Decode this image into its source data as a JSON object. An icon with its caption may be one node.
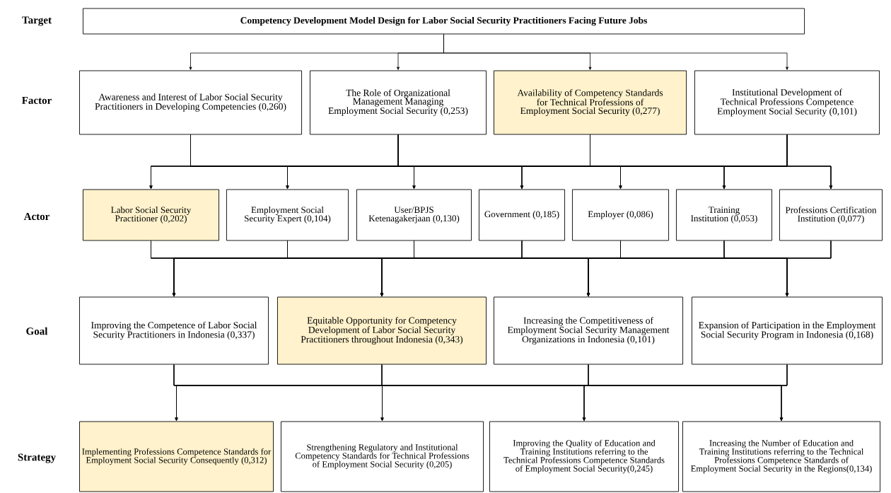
{
  "diagram": {
    "nodes": [
      {
        "text": [
          "Competency Development Model Design for Labor Social Security Practitioners Facing Future Jobs"
        ]
      },
      {
        "text": [
          "Awareness and Interest of Labor Social Security Practitioners in Developing Competencies (0,260)"
        ]
      },
      {
        "text": [
          "The Role of Organizational Management Managing Employment Social Security (0,253)"
        ]
      },
      {
        "text": [
          "Availability of Competency Standards for Technical Professions of Employment Social Security (0,277)"
        ]
      },
      {
        "text": [
          "Institutional Development of Technical Professions Competence Employment Social Security (0,101)"
        ]
      },
      {
        "text": [
          "Labor Social Security Practitioner (0,202)"
        ]
      },
      {
        "text": [
          "Employment Social Security Expert (0,104)"
        ]
      },
      {
        "text": [
          "User/BPJS Ketenagakerjaan (0,130)"
        ]
      },
      {
        "text": [
          "Government (0,185)"
        ]
      },
      {
        "text": [
          "Employer (0,086)"
        ]
      },
      {
        "text": [
          "Training Institution (0,053)"
        ]
      },
      {
        "text": [
          "Professions Certification Institution (0,077)"
        ]
      },
      {
        "text": [
          "Improving the Competence of Labor Social Security Practitioners in Indonesia (0,337)"
        ]
      },
      {
        "text": [
          "Equitable Opportunity for Competency Development of Labor Social Security Practitioners throughout Indonesia (0,343)"
        ]
      },
      {
        "text": [
          "Increasing the Competitiveness of Employment Social Security Management Organizations in Indonesia (0,101)"
        ]
      },
      {
        "text": [
          "Expansion of Participation in the Employment Social Security Program in Indonesia (0,168)"
        ]
      },
      {
        "text": [
          "Implementing Professions Competence Standards for Employment Social Security Consequently (0,312)"
        ]
      },
      {
        "text": [
          "Strengthening Regulatory and Institutional Competency Standards for Technical Professions of Employment Social Security (0,205)"
        ]
      },
      {
        "text": [
          "Improving the Quality of Education and Training Institutions referring to the Technical Professions Competence Standards of Employment Social Security(0,245)"
        ]
      },
      {
        "text": [
          "Increasing the Number of Education and Training Institutions referring to the Technical Professions Competence Standards of Employment Social Security in the Regions(0,134)"
        ]
      }
    ],
    "edges": [
      {
        "from": 0,
        "to": 1,
        "arrow": "to"
      },
      {
        "from": 0,
        "to": 2,
        "arrow": "to"
      },
      {
        "from": 0,
        "to": 3,
        "arrow": "to"
      },
      {
        "from": 0,
        "to": 4,
        "arrow": "to"
      },
      {
        "from": 1,
        "to": 5,
        "arrow": "to"
      },
      {
        "from": 1,
        "to": 6,
        "arrow": "to"
      },
      {
        "from": 1,
        "to": 7,
        "arrow": "to"
      },
      {
        "from": 1,
        "to": 8,
        "arrow": "to"
      },
      {
        "from": 1,
        "to": 9,
        "arrow": "to"
      },
      {
        "from": 1,
        "to": 10,
        "arrow": "to"
      },
      {
        "from": 1,
        "to": 11,
        "arrow": "to"
      },
      {
        "from": 2,
        "to": 5,
        "arrow": "to"
      },
      {
        "from": 2,
        "to": 6,
        "arrow": "to"
      },
      {
        "from": 2,
        "to": 7,
        "arrow": "to"
      },
      {
        "from": 2,
        "to": 8,
        "arrow": "to"
      },
      {
        "from": 2,
        "to": 9,
        "arrow": "to"
      },
      {
        "from": 2,
        "to": 10,
        "arrow": "to"
      },
      {
        "from": 2,
        "to": 11,
        "arrow": "to"
      },
      {
        "from": 3,
        "to": 5,
        "arrow": "to"
      },
      {
        "from": 3,
        "to": 6,
        "arrow": "to"
      },
      {
        "from": 3,
        "to": 7,
        "arrow": "to"
      },
      {
        "from": 3,
        "to": 8,
        "arrow": "to"
      },
      {
        "from": 3,
        "to": 9,
        "arrow": "to"
      },
      {
        "from": 3,
        "to": 10,
        "arrow": "to"
      },
      {
        "from": 3,
        "to": 11,
        "arrow": "to"
      },
      {
        "from": 4,
        "to": 5,
        "arrow": "to"
      },
      {
        "from": 4,
        "to": 6,
        "arrow": "to"
      },
      {
        "from": 4,
        "to": 7,
        "arrow": "to"
      },
      {
        "from": 4,
        "to": 8,
        "arrow": "to"
      },
      {
        "from": 4,
        "to": 9,
        "arrow": "to"
      },
      {
        "from": 4,
        "to": 10,
        "arrow": "to"
      },
      {
        "from": 4,
        "to": 11,
        "arrow": "to"
      },
      {
        "from": 5,
        "to": 12,
        "arrow": "to"
      },
      {
        "from": 5,
        "to": 13,
        "arrow": "to"
      },
      {
        "from": 5,
        "to": 14,
        "arrow": "to"
      },
      {
        "from": 5,
        "to": 15,
        "arrow": "to"
      },
      {
        "from": 6,
        "to": 12,
        "arrow": "to"
      },
      {
        "from": 6,
        "to": 13,
        "arrow": "to"
      },
      {
        "from": 6,
        "to": 14,
        "arrow": "to"
      },
      {
        "from": 6,
        "to": 15,
        "arrow": "to"
      },
      {
        "from": 7,
        "to": 12,
        "arrow": "to"
      },
      {
        "from": 7,
        "to": 13,
        "arrow": "to"
      },
      {
        "from": 7,
        "to": 14,
        "arrow": "to"
      },
      {
        "from": 7,
        "to": 15,
        "arrow": "to"
      },
      {
        "from": 8,
        "to": 12,
        "arrow": "to"
      },
      {
        "from": 8,
        "to": 13,
        "arrow": "to"
      },
      {
        "from": 8,
        "to": 14,
        "arrow": "to"
      },
      {
        "from": 8,
        "to": 15,
        "arrow": "to"
      },
      {
        "from": 9,
        "to": 12,
        "arrow": "to"
      },
      {
        "from": 9,
        "to": 13,
        "arrow": "to"
      },
      {
        "from": 9,
        "to": 14,
        "arrow": "to"
      },
      {
        "from": 9,
        "to": 15,
        "arrow": "to"
      },
      {
        "from": 10,
        "to": 12,
        "arrow": "to"
      },
      {
        "from": 10,
        "to": 13,
        "arrow": "to"
      },
      {
        "from": 10,
        "to": 14,
        "arrow": "to"
      },
      {
        "from": 10,
        "to": 15,
        "arrow": "to"
      },
      {
        "from": 11,
        "to": 12,
        "arrow": "to"
      },
      {
        "from": 11,
        "to": 13,
        "arrow": "to"
      },
      {
        "from": 11,
        "to": 14,
        "arrow": "to"
      },
      {
        "from": 11,
        "to": 15,
        "arrow": "to"
      },
      {
        "from": 12,
        "to": 16,
        "arrow": "to"
      },
      {
        "from": 12,
        "to": 17,
        "arrow": "to"
      },
      {
        "from": 12,
        "to": 18,
        "arrow": "to"
      },
      {
        "from": 12,
        "to": 19,
        "arrow": "to"
      },
      {
        "from": 13,
        "to": 16,
        "arrow": "to"
      },
      {
        "from": 13,
        "to": 17,
        "arrow": "to"
      },
      {
        "from": 13,
        "to": 18,
        "arrow": "to"
      },
      {
        "from": 13,
        "to": 19,
        "arrow": "to"
      },
      {
        "from": 14,
        "to": 16,
        "arrow": "to"
      },
      {
        "from": 14,
        "to": 17,
        "arrow": "to"
      },
      {
        "from": 14,
        "to": 18,
        "arrow": "to"
      },
      {
        "from": 14,
        "to": 19,
        "arrow": "to"
      },
      {
        "from": 15,
        "to": 16,
        "arrow": "to"
      },
      {
        "from": 15,
        "to": 17,
        "arrow": "to"
      },
      {
        "from": 15,
        "to": 18,
        "arrow": "to"
      },
      {
        "from": 15,
        "to": 19,
        "arrow": "to"
      }
    ],
    "labels": [
      "Target",
      "Factor",
      "Actor",
      "Goal",
      "Strategy"
    ]
  }
}
